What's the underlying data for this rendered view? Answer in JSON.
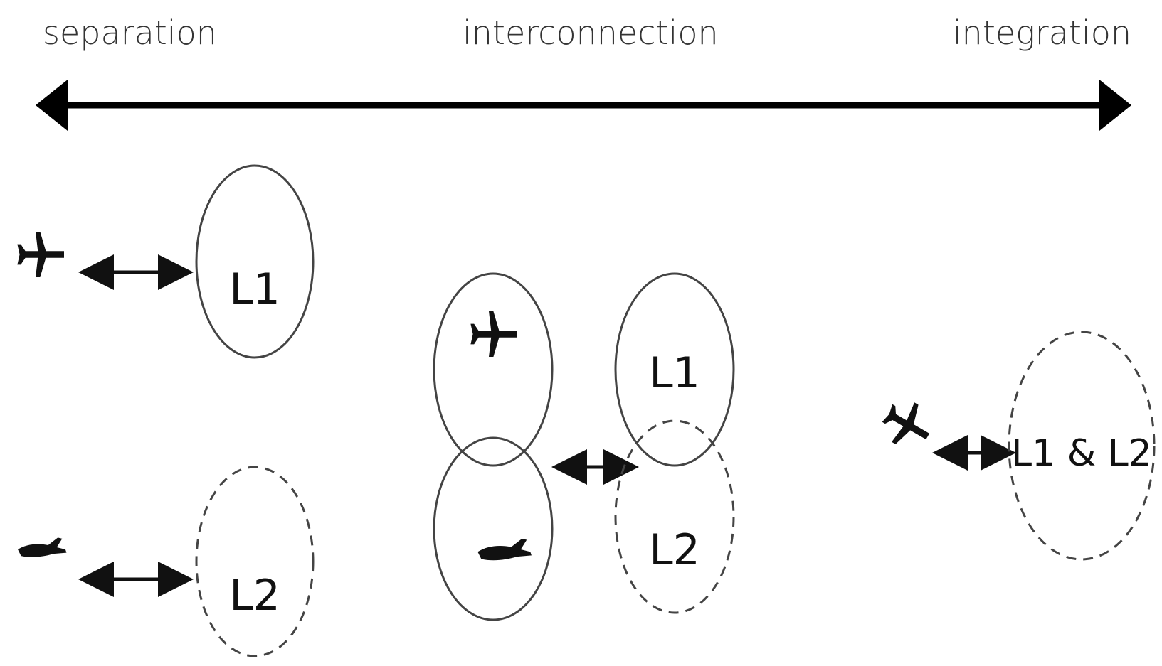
{
  "headings": {
    "left": "separation",
    "middle": "interconnection",
    "right": "integration"
  },
  "separation": {
    "top_circle_label": "L1",
    "bottom_circle_label": "L2"
  },
  "interconnection": {
    "top_circle_label": "L1",
    "bottom_circle_label": "L2"
  },
  "integration": {
    "circle_label": "L1 & L2"
  },
  "icons": {
    "concept_top": "airplane-icon",
    "concept_bottom": "small-aircraft-icon",
    "concept_integrated": "airplane-icon"
  },
  "colors": {
    "line": "#000000",
    "circle": "#444444",
    "text": "#333333"
  }
}
